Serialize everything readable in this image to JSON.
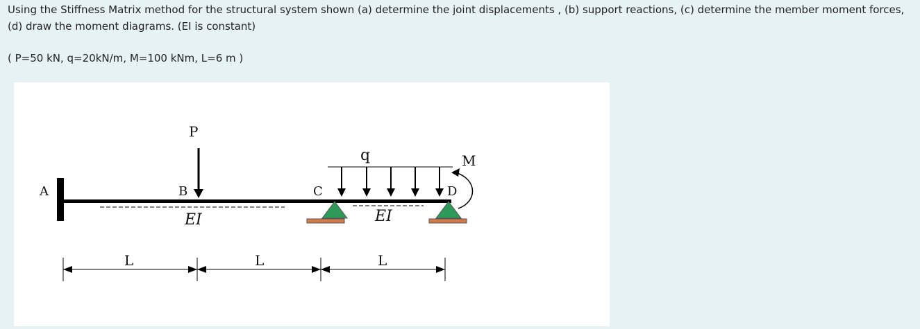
{
  "problem": {
    "statement": "Using the Stiffness Matrix method for the structural system shown (a) determine the joint displacements , (b) support reactions, (c) determine the member moment forces, (d) draw the moment diagrams. (EI is constant)",
    "parameters": "( P=50 kN, q=20kN/m, M=100 kNm,  L=6 m )"
  },
  "figure": {
    "load_P": "P",
    "load_q": "q",
    "moment_M": "M",
    "joint_A": "A",
    "joint_B": "B",
    "joint_C": "C",
    "joint_D": "D",
    "stiffness_1": "EI",
    "stiffness_2": "EI",
    "span_1": "L",
    "span_2": "L",
    "span_3": "L",
    "colors": {
      "support_triangle": "#2e9a5a",
      "support_base": "#d27a4a",
      "beam": "#000000"
    }
  }
}
